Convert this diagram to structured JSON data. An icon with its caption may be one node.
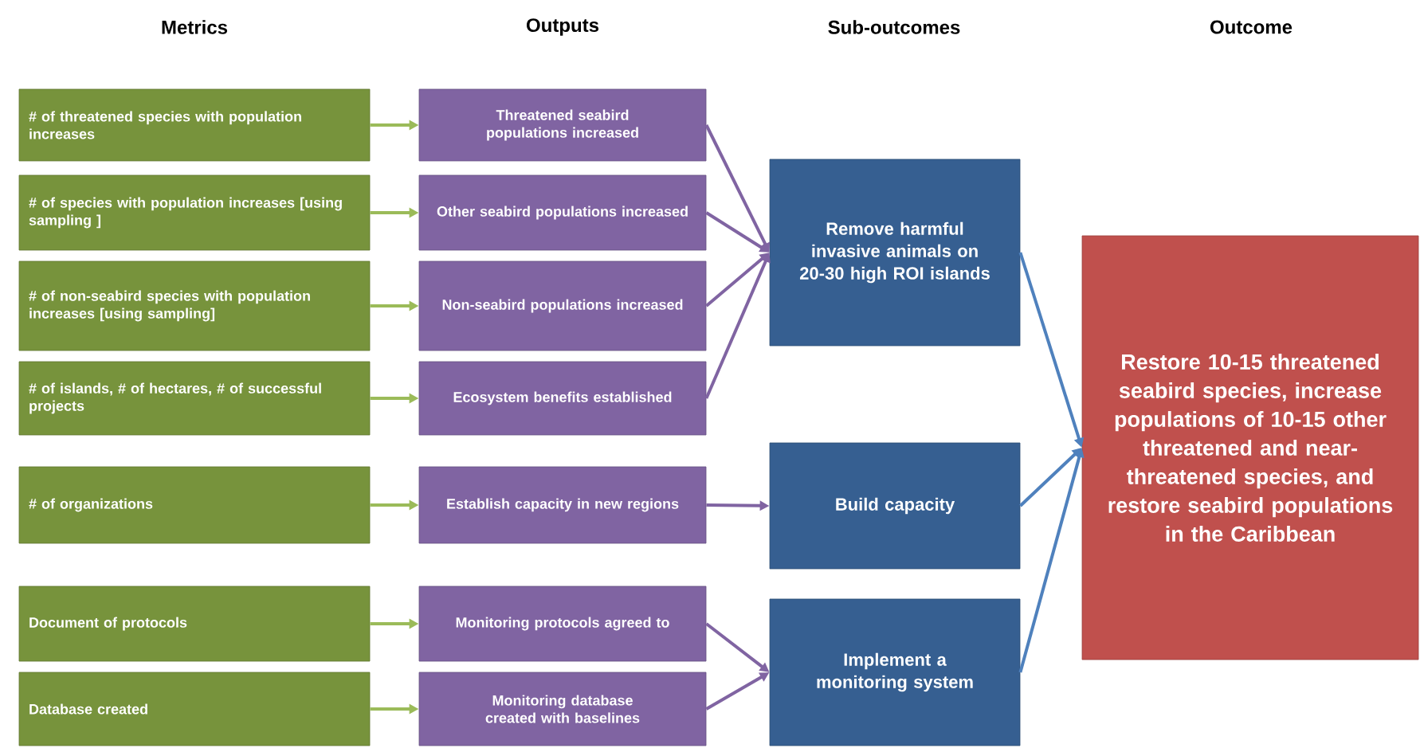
{
  "diagram": {
    "nodes": [
      {
        "text": [
          "# of threatened species with population increases"
        ]
      },
      {
        "text": [
          "# of species with population increases [using sampling ]"
        ]
      },
      {
        "text": [
          "# of non-seabird species with population increases [using sampling]"
        ]
      },
      {
        "text": [
          "# of islands, # of hectares, # of successful projects"
        ]
      },
      {
        "text": [
          "# of organizations"
        ]
      },
      {
        "text": [
          "Document of protocols"
        ]
      },
      {
        "text": [
          "Database created"
        ]
      },
      {
        "text": [
          "Threatened seabird populations increased"
        ]
      },
      {
        "text": [
          "Other seabird populations increased"
        ]
      },
      {
        "text": [
          "Non-seabird populations increased"
        ]
      },
      {
        "text": [
          "Ecosystem benefits established"
        ]
      },
      {
        "text": [
          "Establish capacity in new regions"
        ]
      },
      {
        "text": [
          "Monitoring protocols agreed to"
        ]
      },
      {
        "text": [
          "Monitoring database created with baselines"
        ]
      },
      {
        "text": [
          "Remove harmful invasive animals on 20-30 high ROI islands"
        ]
      },
      {
        "text": [
          "Build capacity"
        ]
      },
      {
        "text": [
          "Implement a monitoring system"
        ]
      },
      {
        "text": [
          "Restore 10-15 threatened seabird species, increase populations of 10-15 other threatened and near-threatened species, and restore seabird populations in the Caribbean"
        ]
      }
    ],
    "edges": [
      {
        "from": 0,
        "to": 7,
        "arrow": "to",
        "color": "#9bbb59"
      },
      {
        "from": 1,
        "to": 8,
        "arrow": "to",
        "color": "#9bbb59"
      },
      {
        "from": 2,
        "to": 9,
        "arrow": "to",
        "color": "#9bbb59"
      },
      {
        "from": 3,
        "to": 10,
        "arrow": "to",
        "color": "#9bbb59"
      },
      {
        "from": 4,
        "to": 11,
        "arrow": "to",
        "color": "#9bbb59"
      },
      {
        "from": 5,
        "to": 12,
        "arrow": "to",
        "color": "#9bbb59"
      },
      {
        "from": 6,
        "to": 13,
        "arrow": "to",
        "color": "#9bbb59"
      },
      {
        "from": 7,
        "to": 14,
        "arrow": "to",
        "color": "#8064a2"
      },
      {
        "from": 8,
        "to": 14,
        "arrow": "to",
        "color": "#8064a2"
      },
      {
        "from": 9,
        "to": 14,
        "arrow": "to",
        "color": "#8064a2"
      },
      {
        "from": 10,
        "to": 14,
        "arrow": "to",
        "color": "#8064a2"
      },
      {
        "from": 11,
        "to": 15,
        "arrow": "to",
        "color": "#8064a2"
      },
      {
        "from": 12,
        "to": 16,
        "arrow": "to",
        "color": "#8064a2"
      },
      {
        "from": 13,
        "to": 16,
        "arrow": "to",
        "color": "#8064a2"
      },
      {
        "from": 14,
        "to": 17,
        "arrow": "to",
        "color": "#4f81bd"
      },
      {
        "from": 15,
        "to": 17,
        "arrow": "to",
        "color": "#4f81bd"
      },
      {
        "from": 16,
        "to": 17,
        "arrow": "to",
        "color": "#4f81bd"
      }
    ],
    "labels": [
      "Metrics",
      "Outputs",
      "Sub-outcomes",
      "Outcome"
    ]
  }
}
